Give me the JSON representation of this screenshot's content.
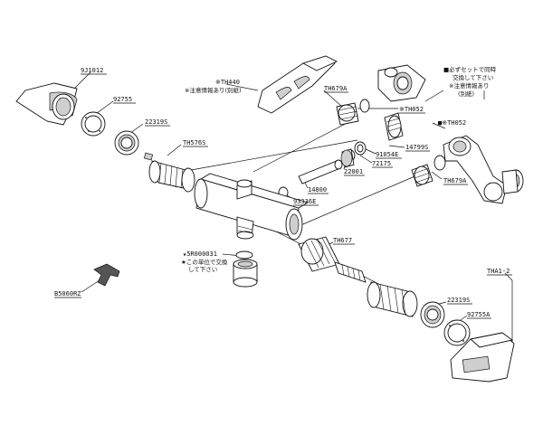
{
  "parts": [
    {
      "code": "9J1012"
    },
    {
      "code": "92755"
    },
    {
      "code": "22319S"
    },
    {
      "code": "TH576S"
    },
    {
      "code": "※TH440"
    },
    {
      "code": "TH679A"
    },
    {
      "code": "※TH052"
    },
    {
      "code": "14799S"
    },
    {
      "code": "91054E"
    },
    {
      "code": "72175"
    },
    {
      "code": "22001"
    },
    {
      "code": "14800"
    },
    {
      "code": "93336E"
    },
    {
      "code": "■※TH052"
    },
    {
      "code": "TH679A"
    },
    {
      "code": "TH677"
    },
    {
      "code": "★5R000031"
    },
    {
      "code": "B5060RZ"
    },
    {
      "code": "THA1-2"
    },
    {
      "code": "22319S"
    },
    {
      "code": "92755A"
    }
  ],
  "notes": {
    "note_attention_1": "※注意情報あり(別紙)",
    "note_set_line1": "■必ずセットで同時",
    "note_set_line2": "交換して下さい",
    "note_set_line3": "※注意情報あり",
    "note_set_line4": "(別紙)",
    "note_unit_line1": "★この単位で交換",
    "note_unit_line2": "して下さい"
  }
}
